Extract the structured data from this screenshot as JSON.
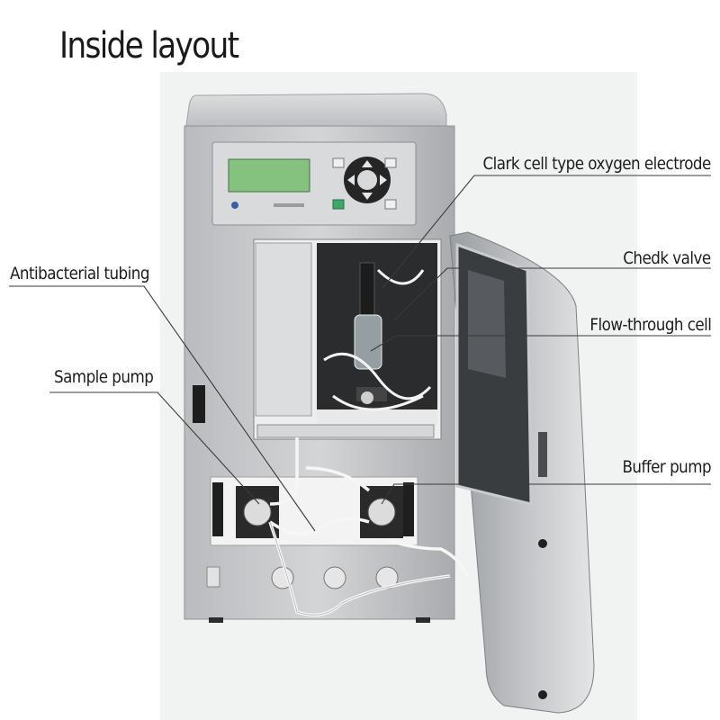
{
  "title": "Inside layout",
  "labels": {
    "oxygen_electrode": "Clark cell type oxygen electrode",
    "check_valve": "Chedk valve",
    "flow_cell": "Flow-through cell",
    "buffer_pump": "Buffer pump",
    "antibacterial_tubing": "Antibacterial tubing",
    "sample_pump": "Sample pump"
  },
  "colors": {
    "leader_line": "#3a3a3a",
    "housing": "#c9cacc",
    "lcd": "#7fbf7a"
  }
}
